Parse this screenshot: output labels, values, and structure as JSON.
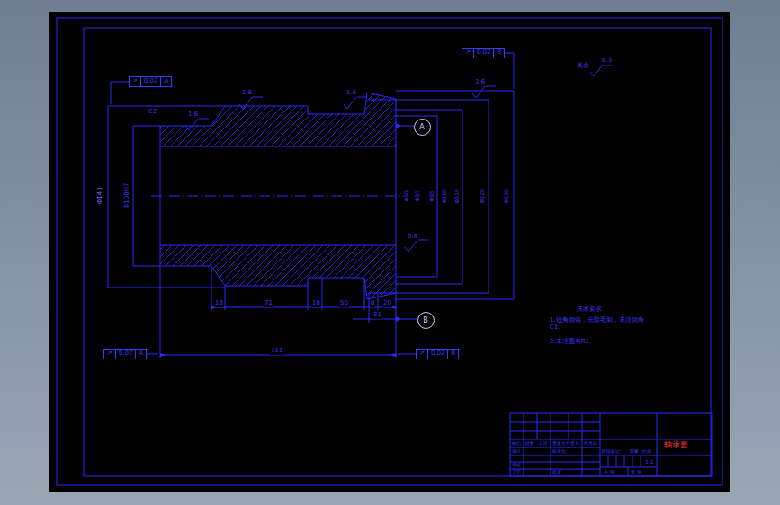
{
  "diagram": {
    "nodes": [
      {
        "text": [
          "↗",
          "0.02",
          "A"
        ]
      },
      {
        "text": [
          "↗",
          "0.02",
          "B"
        ]
      },
      {
        "text": [
          "↗",
          "0.02",
          "A"
        ]
      },
      {
        "text": [
          "↗",
          "0.02",
          "B"
        ]
      },
      {
        "text": [
          "A"
        ]
      },
      {
        "text": [
          "B"
        ]
      }
    ],
    "labels": [
      "1.6",
      "1.6",
      "1.6",
      "1.6",
      "0.8",
      "其余",
      "6.3",
      "C2",
      "18",
      "71",
      "18",
      "50",
      "8",
      "20",
      "31",
      "111",
      "Φ140",
      "Φ100H7",
      "Φ60",
      "Φ85",
      "Φ95",
      "Φ100",
      "Φ110",
      "Φ120",
      "Φ130",
      "技术要求",
      "1.锐角倒钝，去除毛刺，未注倒角C1。",
      "2.未注圆角R1。",
      "标记",
      "处数",
      "分区",
      "更改文件号",
      "签名",
      "年月日",
      "设计",
      "标准化",
      "审核",
      "工艺",
      "批准",
      "阶段标记",
      "重量",
      "比例",
      "1:1",
      "共 张",
      "第 张",
      "轴承套"
    ]
  }
}
